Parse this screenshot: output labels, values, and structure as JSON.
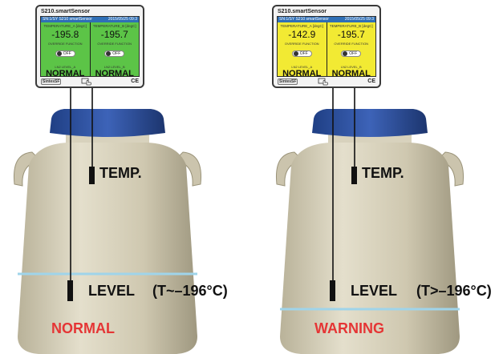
{
  "panels": [
    {
      "device": {
        "title": "S210.smartSensor",
        "bar_left": "SN:1/SY S210 smartSensor",
        "bar_right": "2015/05/25 09:3",
        "screen_color": "#5cc447",
        "sensors": [
          {
            "label": "TEMPERATURE_A [degC]",
            "value": "-195.8",
            "override_label": "OVERRIDE FUNCTION",
            "toggle": "OFF",
            "level_label": "LN2 LEVEL_A",
            "level": "NORMAL"
          },
          {
            "label": "TEMPERATURE_B [degC]",
            "value": "-195.7",
            "override_label": "OVERRIDE FUNCTION",
            "toggle": "OFF",
            "level_label": "LN2 LEVEL_B",
            "level": "NORMAL"
          }
        ],
        "logo": "SintesSF",
        "ce": "CE"
      },
      "temp_label": "TEMP.",
      "level_label": "LEVEL",
      "condition": "(T~–196°C)",
      "status": "NORMAL",
      "status_color": "#e53535",
      "level_line_color": "#9fd4ea"
    },
    {
      "device": {
        "title": "S210.smartSensor",
        "bar_left": "SN:1/SY S210 smartSensor",
        "bar_right": "2015/05/25 09:3",
        "screen_color": "#f2ea33",
        "sensors": [
          {
            "label": "TEMPERATURE_A [degC]",
            "value": "-142.9",
            "override_label": "OVERRIDE FUNCTION",
            "toggle": "OFF",
            "level_label": "LN2 LEVEL_A",
            "level": "NORMAL"
          },
          {
            "label": "TEMPERATURE_B [degC]",
            "value": "-195.7",
            "override_label": "OVERRIDE FUNCTION",
            "toggle": "OFF",
            "level_label": "LN2 LEVEL_B",
            "level": "NORMAL"
          }
        ],
        "logo": "SintesSF",
        "ce": "CE"
      },
      "temp_label": "TEMP.",
      "level_label": "LEVEL",
      "condition": "(T>–196°C)",
      "status": "WARNING",
      "status_color": "#e53535",
      "level_line_color": "#9fd4ea"
    }
  ]
}
